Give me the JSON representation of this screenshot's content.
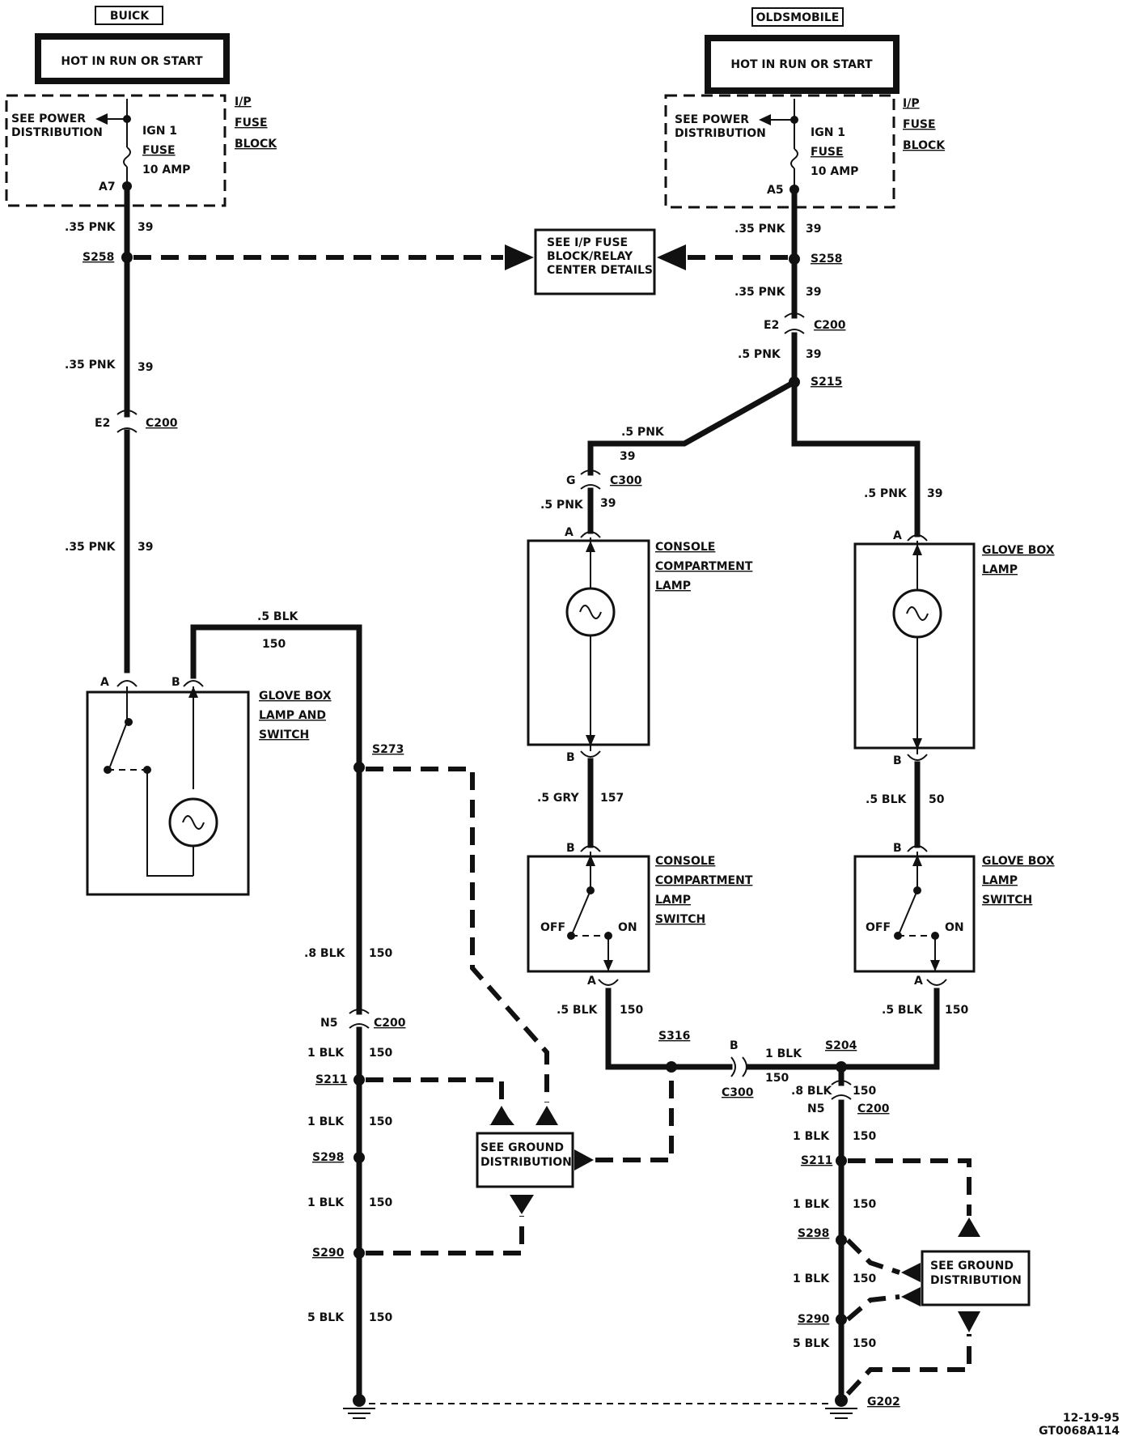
{
  "buick": {
    "brand": "BUICK",
    "hot": "HOT IN RUN OR START",
    "see_power": [
      "SEE POWER",
      "DISTRIBUTION"
    ],
    "fuse_name": [
      "IGN 1",
      "FUSE",
      "10 AMP"
    ],
    "fuse_block": [
      "I/P",
      "FUSE",
      "BLOCK"
    ],
    "fuse_pin": "A7",
    "wire_pnk": ".35 PNK",
    "circuit_39": "39",
    "splice_s258": "S258",
    "conn_e2": "E2",
    "conn_c200": "C200",
    "pin_a": "A",
    "pin_b": "B",
    "glovebox": [
      "GLOVE BOX",
      "LAMP AND",
      "SWITCH"
    ],
    "wire_5blk": ".5 BLK",
    "circuit_150": "150",
    "splice_s273": "S273",
    "wire_8blk": ".8 BLK",
    "conn_n5": "N5",
    "wire_1blk": "1 BLK",
    "splice_s211": "S211",
    "splice_s298": "S298",
    "splice_s290": "S290",
    "wire_5blk_ground": "5 BLK",
    "see_ground": [
      "SEE GROUND",
      "DISTRIBUTION"
    ]
  },
  "olds": {
    "brand": "OLDSMOBILE",
    "hot": "HOT IN RUN OR START",
    "see_power": [
      "SEE POWER",
      "DISTRIBUTION"
    ],
    "fuse_name": [
      "IGN 1",
      "FUSE",
      "10 AMP"
    ],
    "fuse_block": [
      "I/P",
      "FUSE",
      "BLOCK"
    ],
    "fuse_pin": "A5",
    "wire_35pnk": ".35 PNK",
    "circuit_39": "39",
    "splice_s258": "S258",
    "relay_center": [
      "SEE I/P FUSE",
      "BLOCK/RELAY",
      "CENTER DETAILS"
    ],
    "conn_e2": "E2",
    "conn_c200": "C200",
    "wire_5pnk": ".5 PNK",
    "splice_s215": "S215",
    "conn_g": "G",
    "conn_c300": "C300",
    "pin_a": "A",
    "pin_b": "B",
    "console_lamp": [
      "CONSOLE",
      "COMPARTMENT",
      "LAMP"
    ],
    "glove_lamp": [
      "GLOVE BOX",
      "LAMP"
    ],
    "wire_5gry": ".5 GRY",
    "circuit_157": "157",
    "wire_5blk": ".5 BLK",
    "circuit_50": "50",
    "console_switch": [
      "CONSOLE",
      "COMPARTMENT",
      "LAMP",
      "SWITCH"
    ],
    "glove_switch": [
      "GLOVE BOX",
      "LAMP",
      "SWITCH"
    ],
    "off": "OFF",
    "on": "ON",
    "circuit_150": "150",
    "splice_s316": "S316",
    "wire_1blk": "1 BLK",
    "splice_s204": "S204",
    "wire_8blk": ".8 BLK",
    "conn_n5": "N5",
    "splice_s211": "S211",
    "splice_s298": "S298",
    "splice_s290": "S290",
    "wire_5blk_ground": "5 BLK",
    "see_ground": [
      "SEE GROUND",
      "DISTRIBUTION"
    ],
    "ground": "G202"
  },
  "footer": {
    "date": "12-19-95",
    "code": "GT0068A114"
  }
}
